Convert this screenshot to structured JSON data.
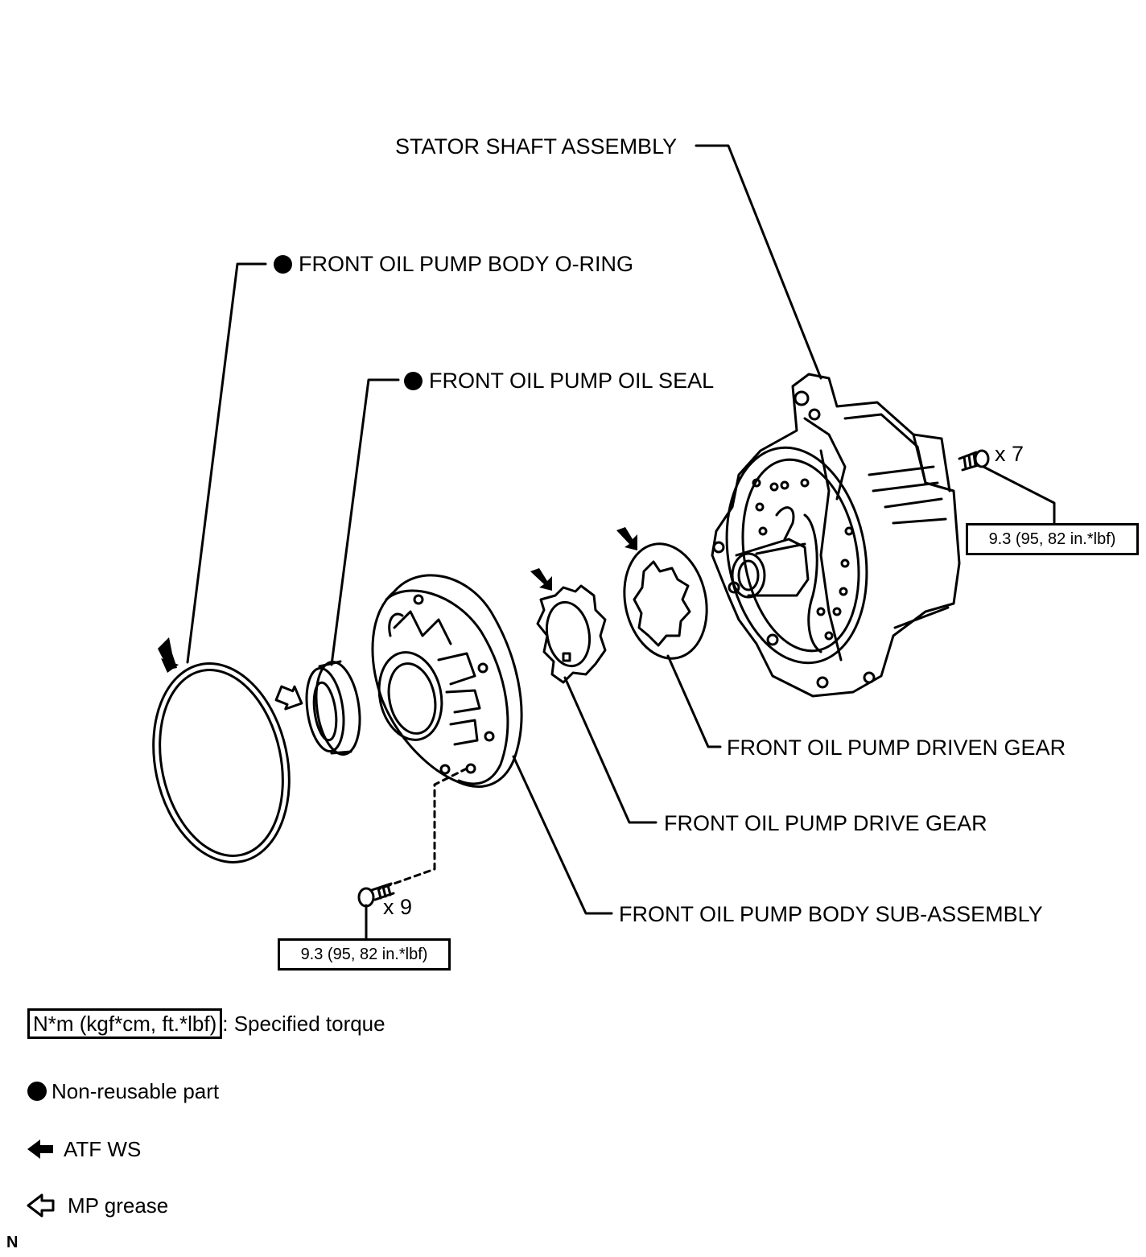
{
  "labels": {
    "stator_shaft": "STATOR SHAFT ASSEMBLY",
    "o_ring": "FRONT OIL PUMP BODY O-RING",
    "oil_seal": "FRONT OIL PUMP OIL SEAL",
    "driven_gear": "FRONT OIL PUMP DRIVEN GEAR",
    "drive_gear": "FRONT OIL PUMP DRIVE GEAR",
    "body_sub_assembly": "FRONT OIL PUMP BODY SUB-ASSEMBLY"
  },
  "bolts": {
    "upper_qty": "x 7",
    "upper_torque": "9.3 (95, 82 in.*lbf)",
    "lower_qty": "x 9",
    "lower_torque": "9.3 (95, 82 in.*lbf)"
  },
  "legend": {
    "torque_unit": "N*m (kgf*cm, ft.*lbf)",
    "torque_text": ": Specified torque",
    "non_reusable": "Non-reusable part",
    "atf": "ATF WS",
    "grease": "MP grease"
  },
  "corner_mark": "N"
}
